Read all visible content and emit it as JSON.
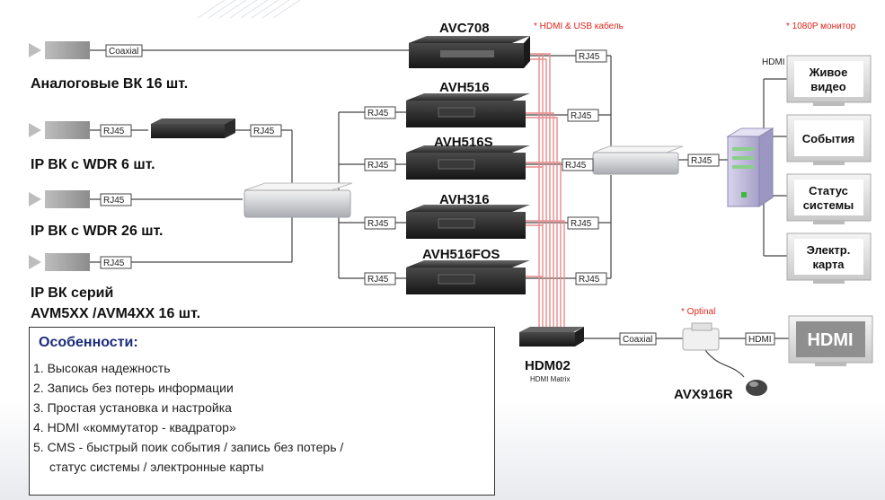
{
  "notes": {
    "hdmi_usb": "* HDMI & USB кабель",
    "monitor": "* 1080P монитор",
    "optional": "* Optinal"
  },
  "devices": {
    "avc708": "AVC708",
    "avh516": "AVH516",
    "avh516s": "AVH516S",
    "avh316": "AVH316",
    "avh516fos": "AVH516FOS",
    "hdm02": "HDM02",
    "hdm02_sub": "HDMI Matrix",
    "avx916r": "AVX916R"
  },
  "groups": {
    "analog": "Аналоговые ВК 16 шт.",
    "ip_wdr6": "IP ВК с WDR 6 шт.",
    "ip_wdr26": "IP ВК с WDR 26 шт.",
    "ip_series_1": "IP ВК серий",
    "ip_series_2": "AVM5XX /AVM4XX 16 шт."
  },
  "links": {
    "coaxial": "Coaxial",
    "rj45": "RJ45",
    "hdmi": "HDMI"
  },
  "monitors": {
    "live_1": "Живое",
    "live_2": "видео",
    "events": "События",
    "status_1": "Статус",
    "status_2": "системы",
    "map_1": "Электр.",
    "map_2": "карта",
    "hdmi_screen": "HDMI"
  },
  "features": {
    "title": "Особенности:",
    "items": [
      "1. Высокая надежность",
      "2. Запись без потерь информации",
      "3. Простая установка и настройка",
      "4. HDMI «коммутатор - квадратор»",
      "5. CMS - быстрый поик события / запись без потерь /",
      "статус системы / электронные карты"
    ]
  },
  "colors": {
    "accent_red": "#e0241b",
    "title_blue": "#1a2a7a"
  }
}
